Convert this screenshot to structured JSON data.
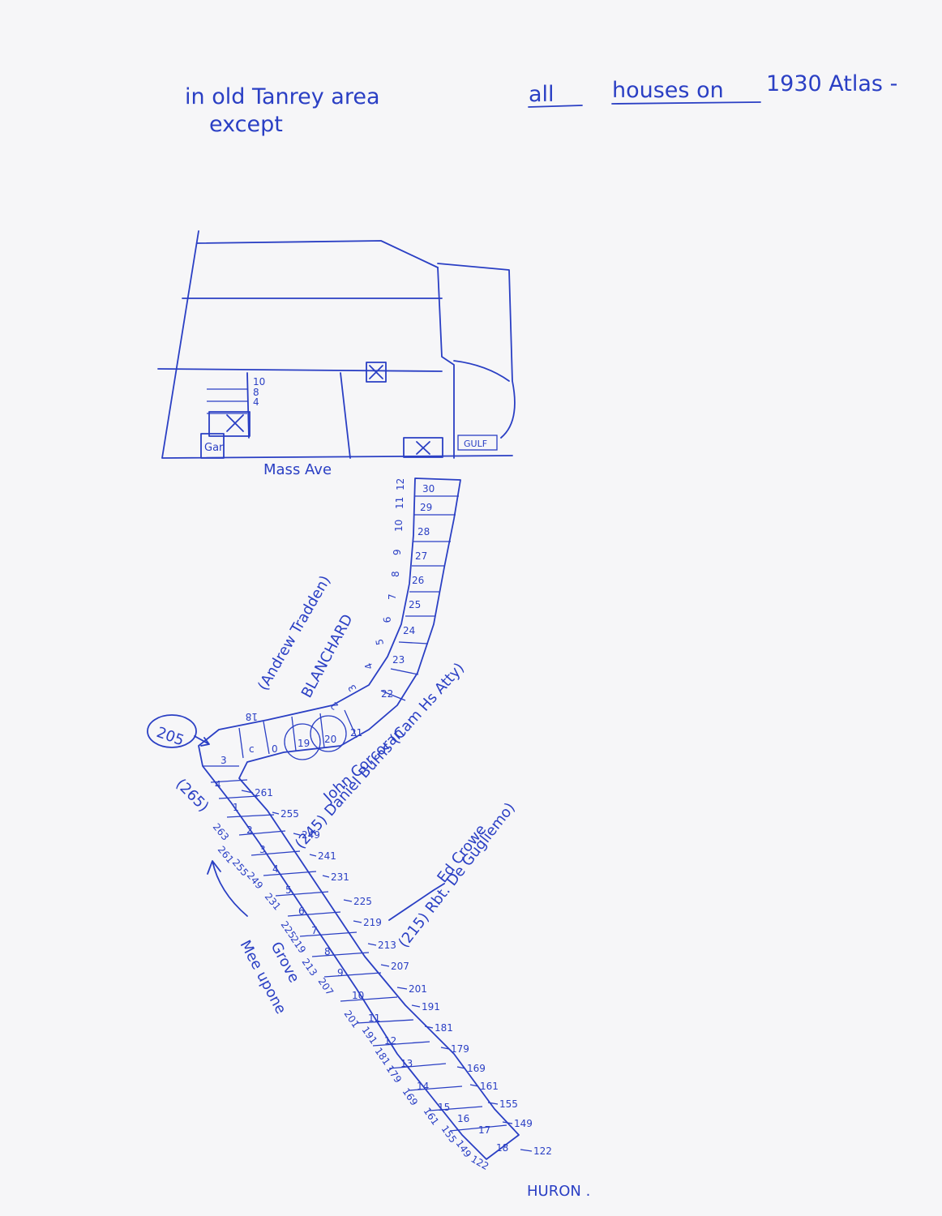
{
  "note": {
    "line1a": "in old Tanrey area",
    "line1b": "all",
    "line1c": "houses on",
    "line1d": "1930 Atlas -",
    "line2": "except"
  },
  "map": {
    "street_mass": "Mass Ave",
    "street_huron": "HURON .",
    "garage_label": "Gar",
    "grove_label": "Grove",
    "direction_label": "Mee upone",
    "end_label": "122"
  },
  "residents": {
    "tradden": "(Andrew Tradden)",
    "blanchard": "BLANCHARD",
    "corcoran": "John Corcoran",
    "burns": "(245) Daniel Burns (Cam Hs Atty)",
    "crowe": "Ed Crowe",
    "degugliemo": "(215) Rbt. De Gugliemo)",
    "circled_205": "205",
    "circled_265": "(265)"
  },
  "lots": {
    "upper": [
      "30",
      "29",
      "28",
      "27",
      "26",
      "25",
      "24",
      "23",
      "22",
      "21",
      "20",
      "19",
      "0",
      "c",
      "3",
      "4"
    ],
    "upper_left_nums": [
      "12",
      "11",
      "10",
      "9",
      "8",
      "7",
      "6",
      "5",
      "4",
      "3",
      "2",
      "18"
    ],
    "lower": [
      "1",
      "2",
      "3",
      "4",
      "5",
      "6",
      "7",
      "8",
      "9",
      "10",
      "11",
      "12",
      "13",
      "14",
      "15",
      "16",
      "17",
      "18"
    ],
    "right_nums": [
      "261",
      "255",
      "249",
      "241",
      "231",
      "225",
      "219",
      "213",
      "207",
      "201",
      "191",
      "181",
      "179",
      "169",
      "161",
      "155",
      "149",
      "122"
    ],
    "left_nums": [
      "263",
      "261",
      "255",
      "249",
      "231",
      "225",
      "219",
      "213",
      "207",
      "201",
      "191",
      "181",
      "179",
      "169",
      "161",
      "155",
      "149",
      "122"
    ]
  }
}
